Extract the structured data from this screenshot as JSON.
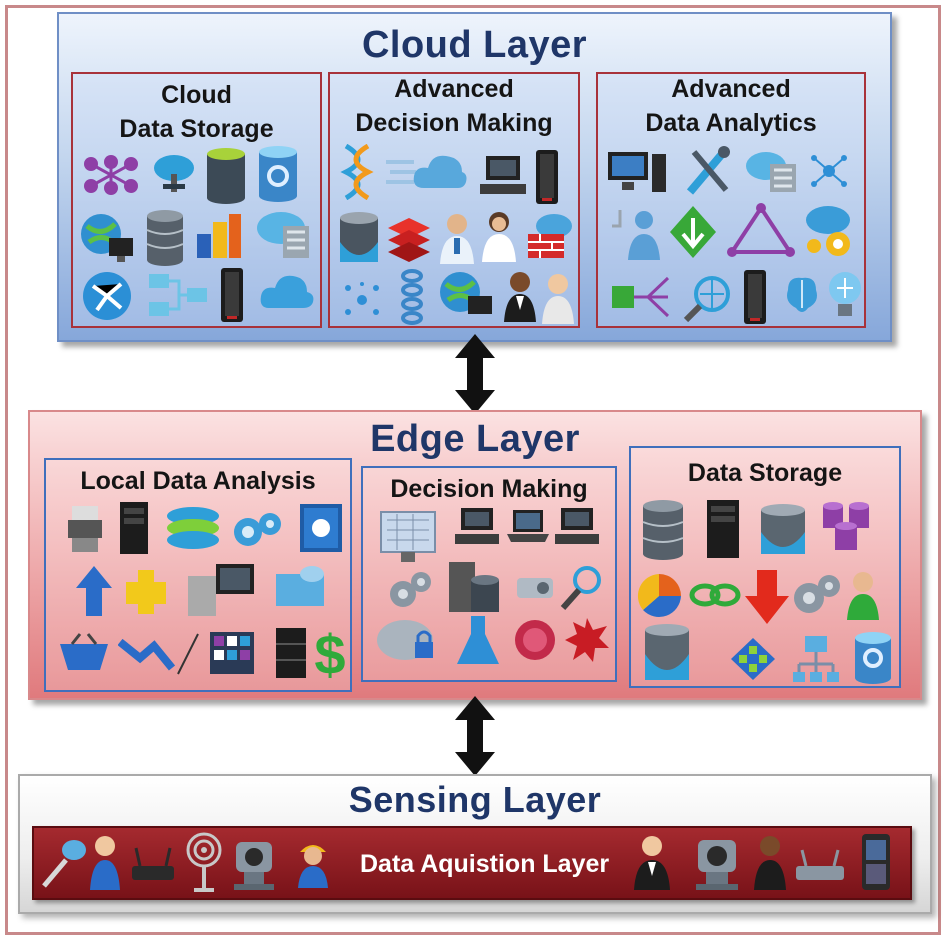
{
  "diagram": {
    "cloud_layer": {
      "title": "Cloud Layer",
      "panels": [
        {
          "title_line1": "Cloud",
          "title_line2": "Data Storage"
        },
        {
          "title_line1": "Advanced",
          "title_line2": "Decision Making"
        },
        {
          "title_line1": "Advanced",
          "title_line2": "Data Analytics"
        }
      ]
    },
    "edge_layer": {
      "title": "Edge Layer",
      "panels": [
        {
          "title": "Local Data Analysis"
        },
        {
          "title": "Decision Making"
        },
        {
          "title": "Data Storage"
        }
      ]
    },
    "sensing_layer": {
      "title": "Sensing Layer",
      "acquisition_label": "Data Aquistion Layer"
    },
    "colors": {
      "cloud_layer_fill": "#c2d5ee",
      "edge_layer_fill": "#f2b8b9",
      "acquisition_bar": "#8f1d23",
      "title_text": "#1f3668",
      "cloud_panel_border": "#a8323a",
      "edge_panel_border": "#3f6fbc"
    },
    "connectors": [
      "double-arrow-cloud-edge",
      "double-arrow-edge-sensing"
    ]
  }
}
